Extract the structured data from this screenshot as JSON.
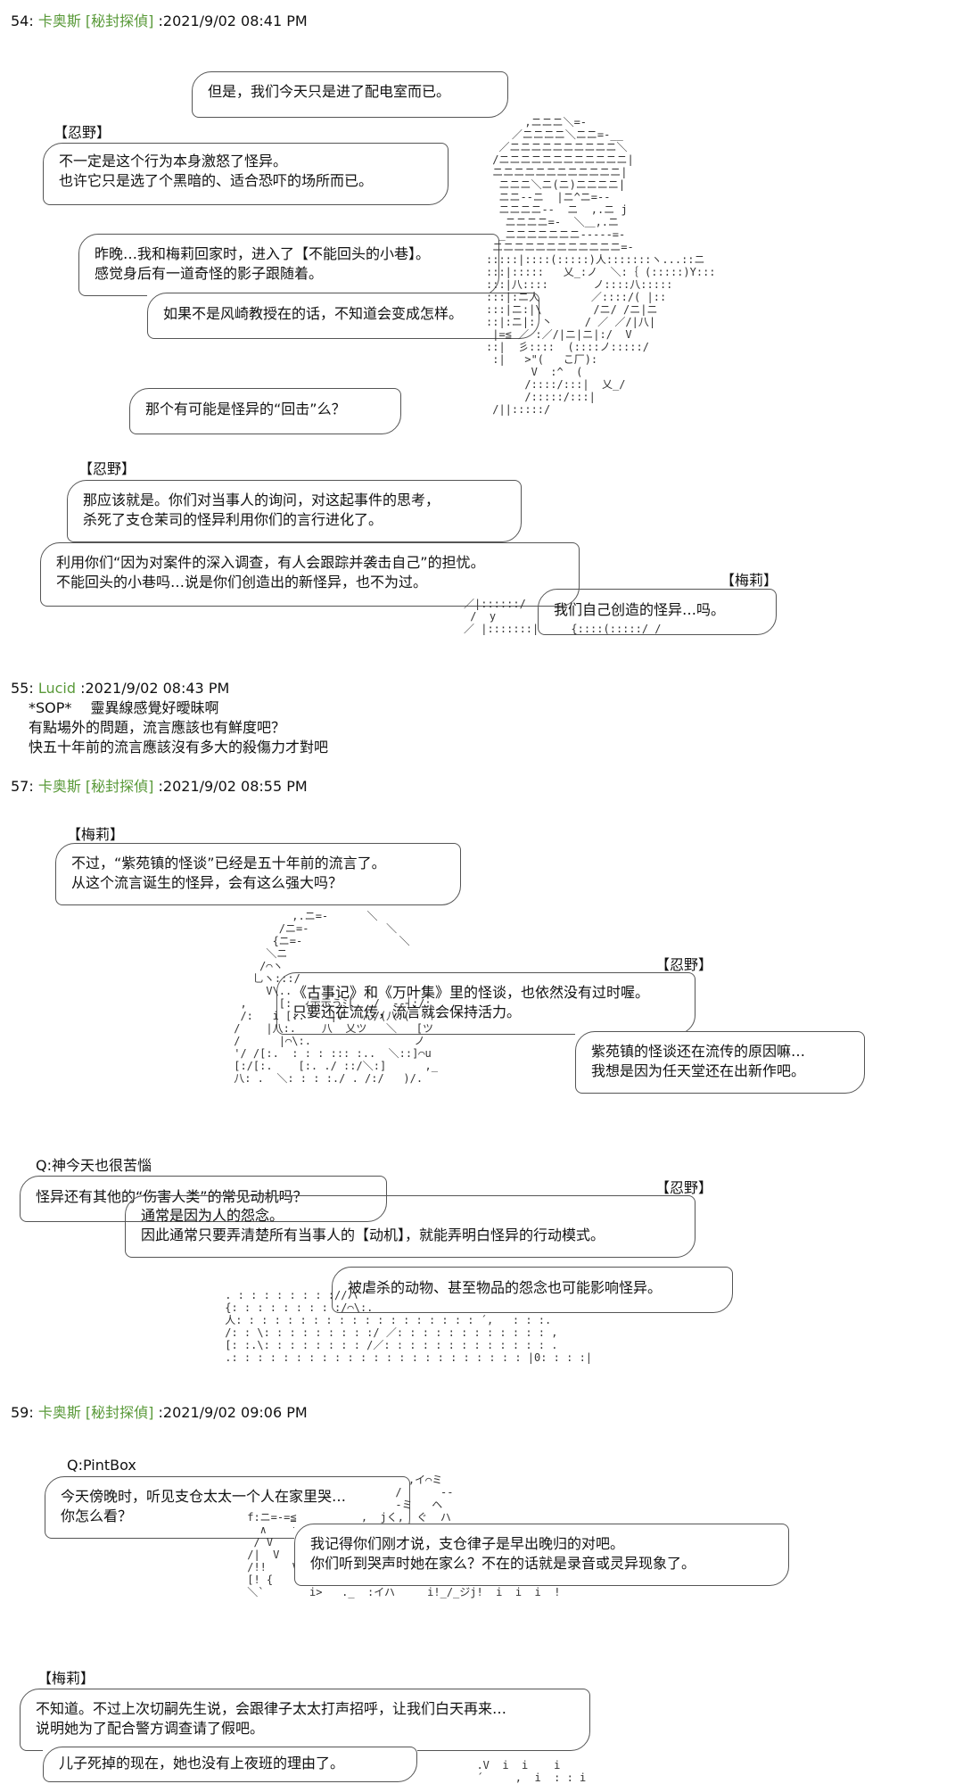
{
  "posts": [
    {
      "num": "54:",
      "name": "卡奥斯 [秘封探偵]",
      "date": ":2021/9/02 08:41 PM"
    },
    {
      "num": "55:",
      "name": "Lucid",
      "date": ":2021/9/02 08:43 PM"
    },
    {
      "num": "57:",
      "name": "卡奥斯 [秘封探偵]",
      "date": ":2021/9/02 08:55 PM"
    },
    {
      "num": "59:",
      "name": "卡奥斯 [秘封探偵]",
      "date": ":2021/9/02 09:06 PM"
    }
  ],
  "p54": {
    "b1": [
      "但是，我们今天只是进了配电室而已。"
    ],
    "s1": "【忍野】",
    "b2": [
      "不一定是这个行为本身激怒了怪异。",
      "也许它只是选了个黑暗的、适合恐吓的场所而已。"
    ],
    "b3": [
      "昨晚…我和梅莉回家时，进入了【不能回头的小巷】。",
      "感觉身后有一道奇怪的影子跟随着。"
    ],
    "b4": [
      "如果不是风崎教授在的话，不知道会变成怎样。"
    ],
    "b5": [
      "那个有可能是怪异的“回击”么？"
    ],
    "s2": "【忍野】",
    "b6": [
      "那应该就是。你们对当事人的询问，对这起事件的思考，",
      "杀死了支仓茉司的怪异利用你们的言行进化了。"
    ],
    "b7": [
      "利用你们“因为对案件的深入调查，有人会跟踪并袭击自己”的担忧。",
      "不能回头的小巷吗…说是你们创造出的新怪异，也不为过。"
    ],
    "s3": "【梅莉】",
    "b8": [
      "我们自己创造的怪异…吗。"
    ]
  },
  "p55": {
    "lines": [
      "*SOP*　 靈異線感覺好曖昧啊",
      "有點場外的問題，流言應該也有鮮度吧？",
      "快五十年前的流言應該沒有多大的殺傷力才對吧"
    ]
  },
  "p57": {
    "s1": "【梅莉】",
    "b1": [
      "不过，“紫苑镇的怪谈”已经是五十年前的流言了。",
      "从这个流言诞生的怪异，会有这么强大吗？"
    ],
    "s2": "【忍野】",
    "b2": [
      "《古事记》和《万叶集》里的怪谈，也依然没有过时喔。",
      "只要还在流传，流言就会保持活力。"
    ],
    "b3": [
      "紫苑镇的怪谈还在流传的原因嘛…",
      "我想是因为任天堂还在出新作吧。"
    ],
    "q": "Q:神今天也很苦惱",
    "b4": [
      "怪异还有其他的“伤害人类”的常见动机吗？"
    ],
    "s3": "【忍野】",
    "b5": [
      "通常是因为人的怨念。",
      "因此通常只要弄清楚所有当事人的【动机】，就能弄明白怪异的行动模式。"
    ],
    "b6": [
      "被虐杀的动物、甚至物品的怨念也可能影响怪异。"
    ]
  },
  "p59": {
    "q": "Q:PintBox",
    "b1": [
      "今天傍晚时，听见支仓太太一个人在家里哭…",
      "你怎么看？"
    ],
    "b2": [
      "我记得你们刚才说，支仓律子是早出晚归的对吧。",
      "你们听到哭声时她在家么？不在的话就是录音或灵异现象了。"
    ],
    "s1": "【梅莉】",
    "b3": [
      "不知道。不过上次切嗣先生说，会跟律子太太打声招呼，让我们白天再来…",
      "说明她为了配合警方调查请了假吧。"
    ],
    "b4": [
      "儿子死掉的现在，她也没有上夜班的理由了。"
    ]
  },
  "colors": {
    "name": "#5a9a3a",
    "text": "#111111",
    "frame": "#555555"
  }
}
